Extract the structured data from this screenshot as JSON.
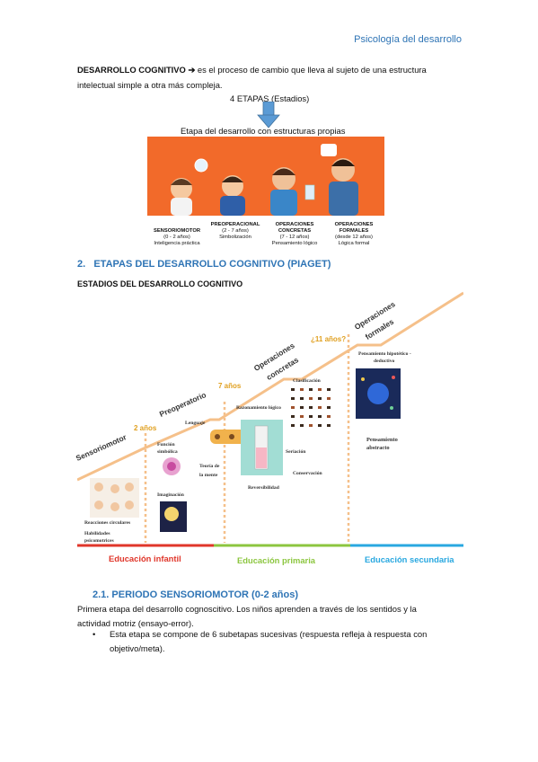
{
  "header": {
    "title": "Psicología del desarrollo"
  },
  "intro": {
    "term": "DESARROLLO COGNITIVO",
    "arrow": "➔",
    "line1": "es el proceso de cambio que lleva al sujeto de una estructura",
    "line2": "intelectual simple a otra más compleja.",
    "stages_note": "4 ETAPAS (Estadios)",
    "stages_desc": "Etapa del desarrollo con estructuras propias"
  },
  "banner": {
    "stages": [
      {
        "name": "SENSORIOMOTOR",
        "age": "(0 - 2 años)",
        "desc": "Inteligencia práctica"
      },
      {
        "name": "PREOPERACIONAL",
        "age": "(2 - 7 años)",
        "desc": "Simbolización"
      },
      {
        "name": "OPERACIONES",
        "name2": "CONCRETAS",
        "age": "(7 - 12 años)",
        "desc": "Pensamiento lógico"
      },
      {
        "name": "OPERACIONES",
        "name2": "FORMALES",
        "age": "(desde 12 años)",
        "desc": "Lógica formal"
      }
    ]
  },
  "section2": {
    "title": "2.   ETAPAS DEL DESARROLLO COGNITIVO (PIAGET)",
    "subtitle": "ESTADIOS DEL DESARROLLO COGNITIVO"
  },
  "diagram": {
    "steps": [
      "Sensoriomotor",
      "Preoperatorio",
      "Operaciones",
      "concretas",
      "Operaciones",
      "formales"
    ],
    "ages": [
      "2 años",
      "7 años",
      "¿11 años?"
    ],
    "labels": {
      "funcion": "Función",
      "simbolica": "simbólica",
      "lenguaje": "Lenguaje",
      "teoria": "Teoría de",
      "mente": "la mente",
      "imaginacion": "Imaginación",
      "reacciones": "Reacciones circulares",
      "habilidades": "Habilidades",
      "psicomotrices": "psicomotrices",
      "razonamiento": "Razonamiento lógico",
      "clasificacion": "Clasificación",
      "seriacion": "Seriación",
      "conservacion": "Conservación",
      "reversibilidad": "Reversibilidad",
      "hipotetico": "Pensamiento hipotético -",
      "deductivo": "deductivo",
      "pensamiento": "Pensamiento",
      "abstracto": "abstracto"
    },
    "education": [
      "Educación infantil",
      "Educación primaria",
      "Educación secundaria"
    ],
    "colors": {
      "infantil": "#e0362a",
      "primaria": "#8cc63f",
      "secundaria": "#29a8e0",
      "stairs": "#f5c08a"
    }
  },
  "section21": {
    "title": "2.1. PERIODO SENSORIOMOTOR (0-2 años)",
    "line1": "Primera etapa del desarrollo cognoscitivo. Los niños aprenden a través de los sentidos y la",
    "line2": "actividad motriz (ensayo-error).",
    "bullet1": "Esta etapa se compone de 6 subetapas sucesivas (respuesta refleja à respuesta con",
    "bullet2": "objetivo/meta)."
  }
}
